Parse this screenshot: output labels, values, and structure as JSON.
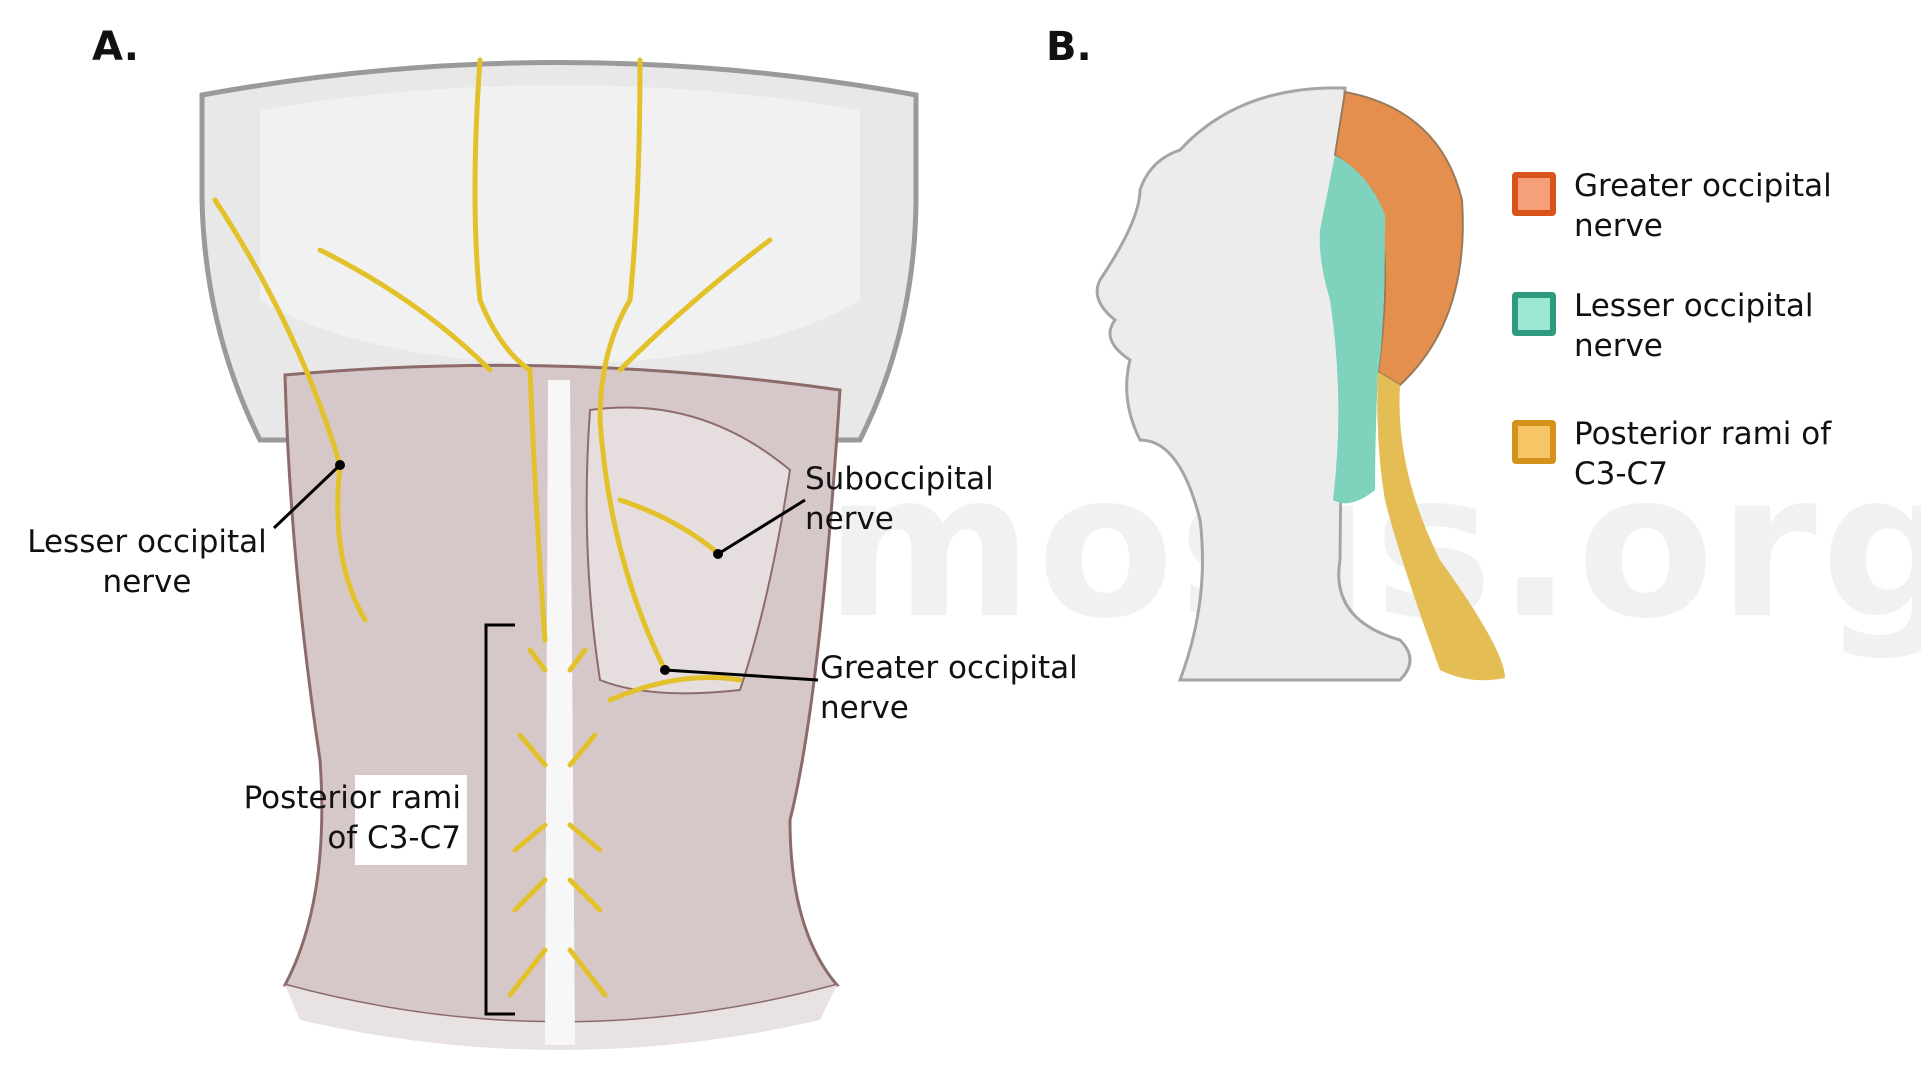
{
  "panels": {
    "a_label": "A.",
    "b_label": "B."
  },
  "watermark": "osmosis.org",
  "panel_a": {
    "labels": {
      "lesser_occipital": [
        "Lesser occipital",
        "nerve"
      ],
      "suboccipital": [
        "Suboccipital",
        "nerve"
      ],
      "greater_occipital": [
        "Greater occipital",
        "nerve"
      ],
      "posterior_rami": [
        "Posterior rami",
        "of C3-C7"
      ]
    }
  },
  "panel_b": {
    "legend": [
      {
        "label": [
          "Greater occipital",
          "nerve"
        ],
        "border": "#d9541a",
        "fill": "#f5a07a"
      },
      {
        "label": [
          "Lesser occipital",
          "nerve"
        ],
        "border": "#2e9a7e",
        "fill": "#9de8d4"
      },
      {
        "label": [
          "Posterior rami of",
          "C3-C7"
        ],
        "border": "#d4911c",
        "fill": "#f6c566"
      }
    ],
    "region_colors": {
      "greater_occipital": "#e48f4e",
      "lesser_occipital": "#7fd3bd",
      "posterior_rami": "#e5bd55"
    }
  }
}
